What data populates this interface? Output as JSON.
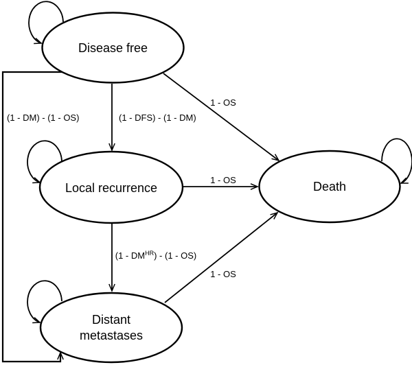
{
  "figure": {
    "background_color": "#ffffff",
    "stroke_color": "#000000",
    "states": {
      "disease_free": {
        "label": "Disease free"
      },
      "local_recurrence": {
        "label": "Local recurrence"
      },
      "death": {
        "label": "Death"
      },
      "distant_metastases": {
        "label_line1": "Distant",
        "label_line2": "metastases"
      }
    },
    "transitions": {
      "df_dm": {
        "label": "(1 - DM) - (1 - OS)"
      },
      "df_lr": {
        "label": "(1 - DFS) - (1 - DM)"
      },
      "df_death": {
        "label": "1 - OS"
      },
      "lr_death": {
        "label": "1 - OS"
      },
      "lr_dm": {
        "pre": "(1 - DM",
        "sup": "HR",
        "post": ") - (1 - OS)"
      },
      "dm_death": {
        "label": "1 - OS"
      }
    }
  }
}
